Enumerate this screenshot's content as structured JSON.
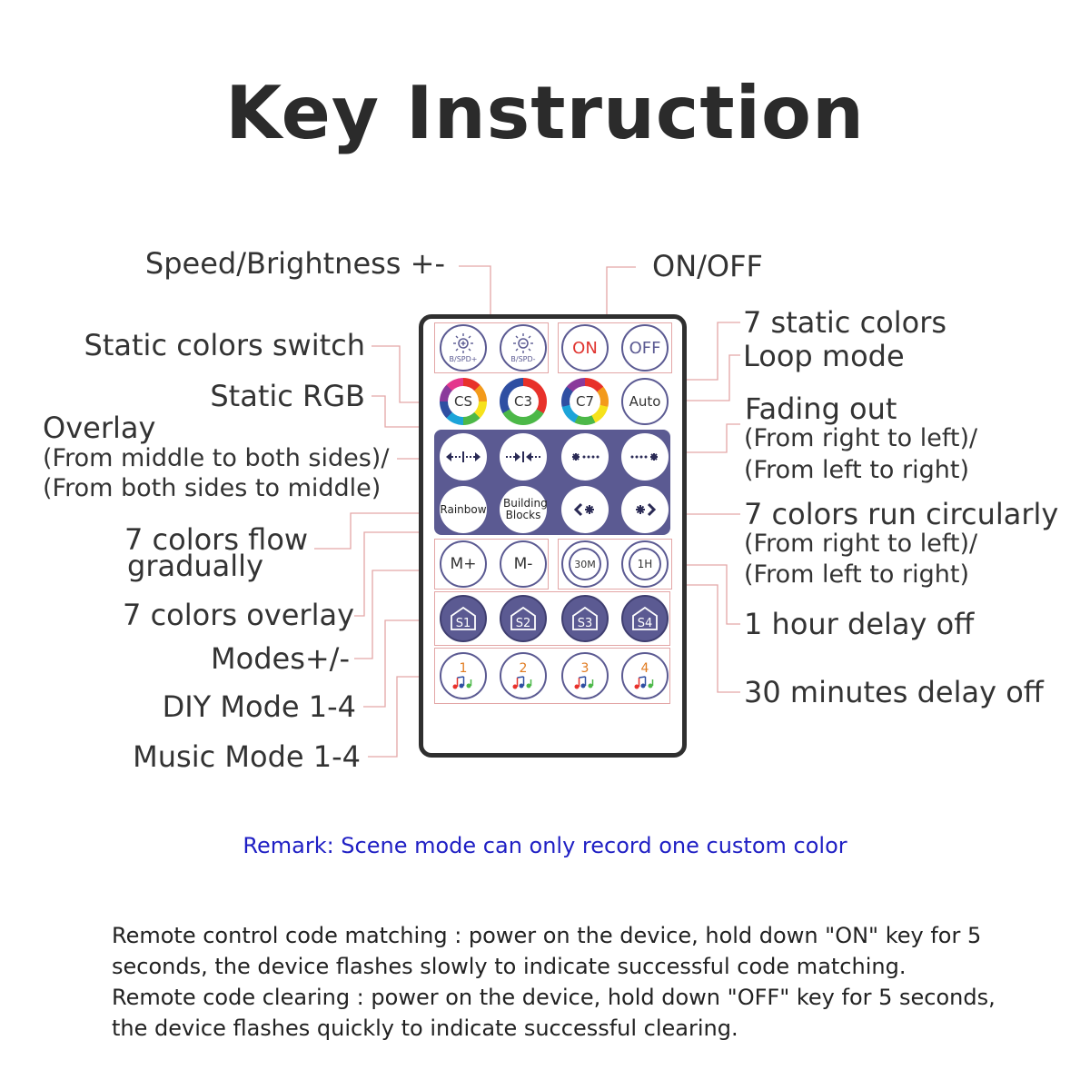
{
  "title": "Key Instruction",
  "labels": {
    "speed_brightness": "Speed/Brightness +-",
    "on_off": "ON/OFF",
    "static_colors_switch": "Static colors switch",
    "seven_static_colors": "7 static colors",
    "loop_mode": "Loop mode",
    "static_rgb": "Static RGB",
    "fading_out": "Fading out",
    "fading_sub1": "(From right to left)/",
    "fading_sub2": "(From left to right)",
    "overlay": "Overlay",
    "overlay_sub1": "(From middle to both sides)/",
    "overlay_sub2": "(From both sides to middle)",
    "run_circularly": "7 colors run circularly",
    "run_sub1": "(From right to left)/",
    "run_sub2": "(From left to right)",
    "flow_line1": "7 colors flow",
    "flow_line2": "gradually",
    "colors_overlay": "7 colors overlay",
    "one_hour": "1 hour delay off",
    "modes": "Modes+/-",
    "diy": "DIY Mode 1-4",
    "thirty_min": "30 minutes delay off",
    "music": "Music Mode 1-4"
  },
  "buttons": {
    "b_spd_plus": "B/SPD+",
    "b_spd_minus": "B/SPD-",
    "on": "ON",
    "off": "OFF",
    "cs": "CS",
    "c3": "C3",
    "c7": "C7",
    "auto": "Auto",
    "rainbow": "Rainbow",
    "building_blocks": "Building Blocks",
    "m_plus": "M+",
    "m_minus": "M-",
    "thirty_m": "30M",
    "one_h": "1H",
    "s1": "S1",
    "s2": "S2",
    "s3": "S3",
    "s4": "S4",
    "music1": "1",
    "music2": "2",
    "music3": "3",
    "music4": "4"
  },
  "remark": "Remark: Scene mode can only record one custom color",
  "instructions": [
    "Remote control code matching : power on the device, hold down \"ON\" key for 5 seconds, the device flashes slowly to indicate successful code matching.",
    "Remote code clearing : power on the device, hold down \"OFF\" key for 5 seconds, the device flashes quickly to indicate successful clearing."
  ],
  "colors": {
    "accent_purple": "#5b5a92",
    "on_red": "#e0342f",
    "remark_blue": "#1f1fc4",
    "leader_pink": "#e3a6a6"
  },
  "icons": [
    "sun-plus-icon",
    "sun-minus-icon",
    "arrows-out-icon",
    "arrows-in-icon",
    "dots-right-icon",
    "dots-left-icon",
    "chevrons-in-icon",
    "chevrons-out-icon",
    "house-icon",
    "music-notes-icon"
  ]
}
